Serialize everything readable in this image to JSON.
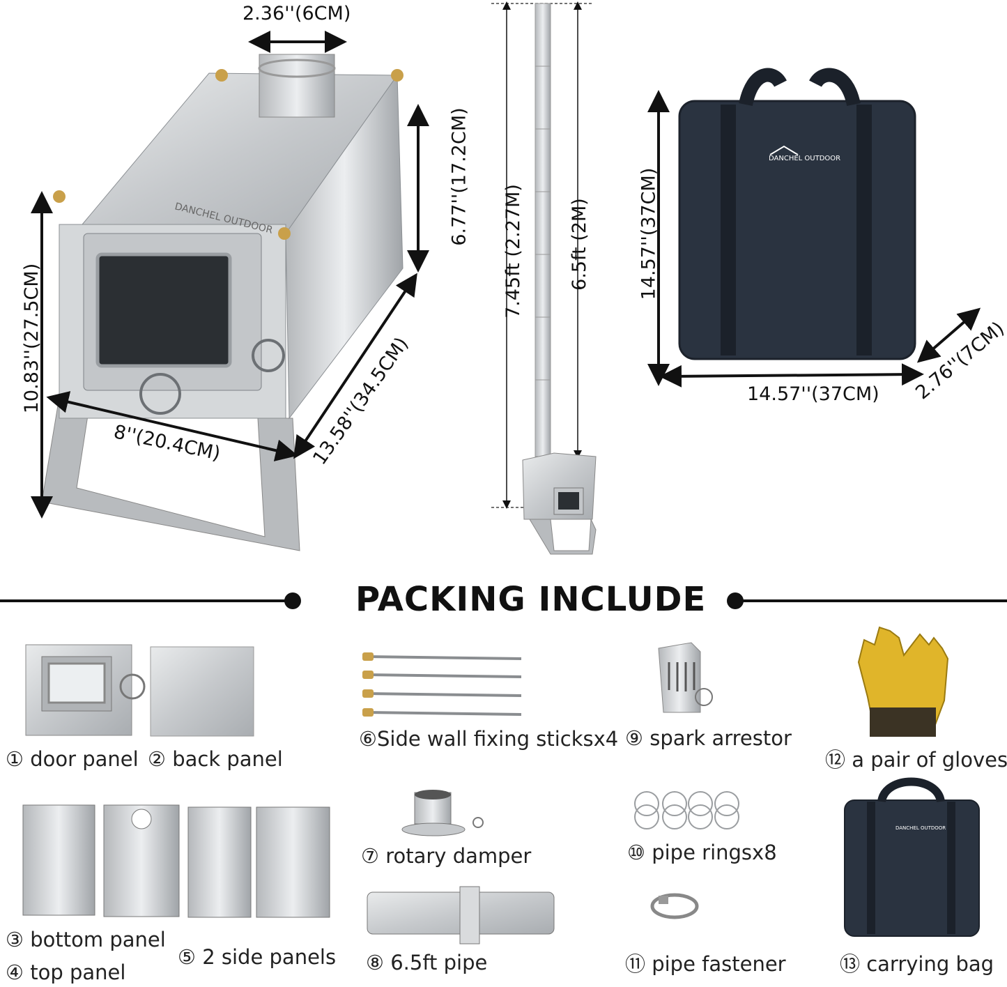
{
  "dimensions": {
    "chimney_diameter": "2.36''(6CM)",
    "stove_box_height": "6.77''(17.2CM)",
    "total_height": "10.83''(27.5CM)",
    "width": "8''(20.4CM)",
    "depth": "13.58''(34.5CM)",
    "total_pipe_height": "7.45ft (2.27M)",
    "pipe_height": "6.5ft (2M)",
    "bag_height": "14.57''(37CM)",
    "bag_width": "14.57''(37CM)",
    "bag_depth": "2.76''(7CM)"
  },
  "brand": "DANCHEL OUTDOOR",
  "section_title": "PACKING INCLUDE",
  "items": {
    "door_panel": "① door panel",
    "back_panel": "② back panel",
    "bottom_panel": "③ bottom panel",
    "top_panel": "④ top panel",
    "side_panels": "⑤ 2 side panels",
    "fixing_sticks": "⑥Side wall fixing sticksx4",
    "rotary_damper": "⑦ rotary damper",
    "pipe": "⑧ 6.5ft pipe",
    "spark_arrestor": "⑨ spark arrestor",
    "pipe_rings": "⑩ pipe ringsx8",
    "pipe_fastener": "⑪ pipe fastener",
    "gloves": "⑫ a pair of gloves",
    "carrying_bag": "⑬ carrying bag"
  },
  "colors": {
    "bag": "#2a3340",
    "steel": "#c8cbce",
    "gloves": "#e0b52a",
    "brass": "#c9a04a"
  }
}
